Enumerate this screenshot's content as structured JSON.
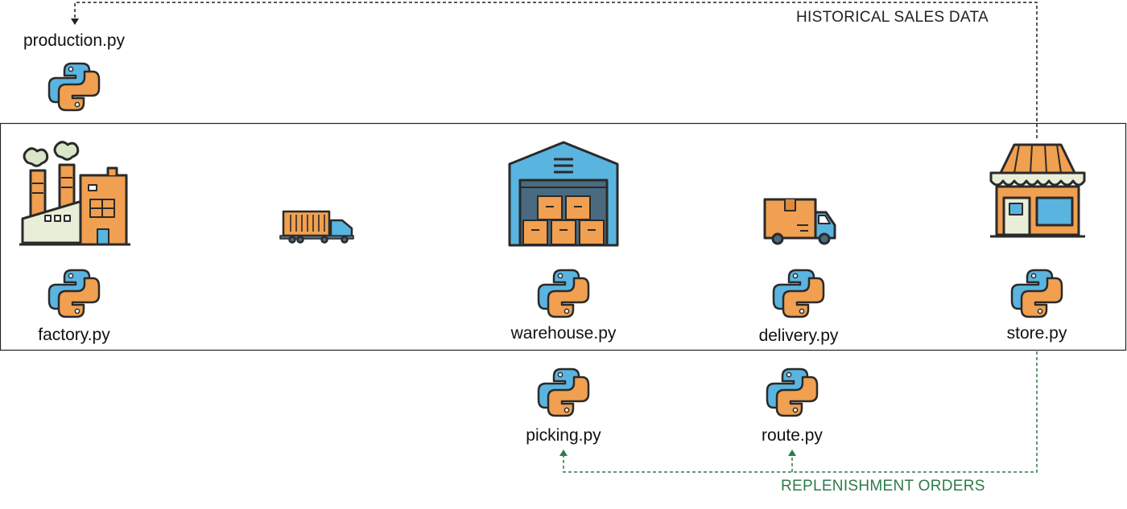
{
  "scripts": {
    "production": "production.py",
    "factory": "factory.py",
    "warehouse": "warehouse.py",
    "delivery": "delivery.py",
    "store": "store.py",
    "picking": "picking.py",
    "route": "route.py"
  },
  "flows": {
    "historical": {
      "label": "HISTORICAL SALES DATA",
      "color": "#222222"
    },
    "replenishment": {
      "label": "REPLENISHMENT ORDERS",
      "color": "#2f7a4a"
    }
  },
  "icons": [
    "python-icon",
    "factory-icon",
    "container-truck-icon",
    "warehouse-icon",
    "delivery-truck-icon",
    "store-icon"
  ],
  "colors": {
    "python_blue": "#5ab4e0",
    "python_orange": "#f0a050",
    "outline": "#2a2a2a",
    "slate": "#4a6a80"
  }
}
